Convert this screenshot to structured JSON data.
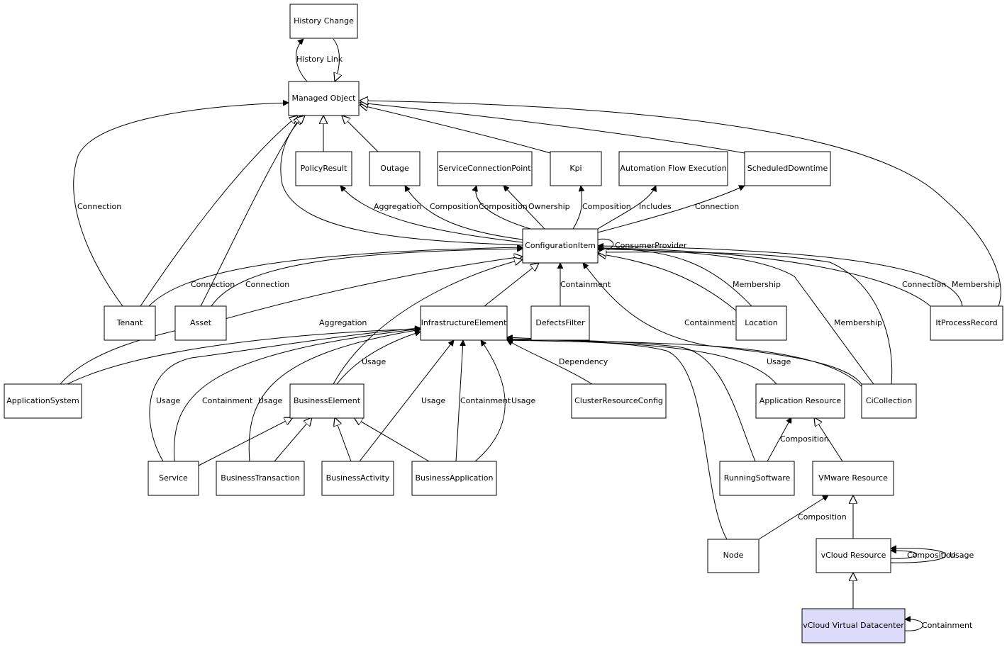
{
  "nodes": {
    "history_change": "History Change",
    "managed_object": "Managed Object",
    "policy_result": "PolicyResult",
    "outage": "Outage",
    "service_connection_point": "ServiceConnectionPoint",
    "kpi": "Kpi",
    "automation_flow_execution": "Automation Flow Execution",
    "scheduled_downtime": "ScheduledDowntime",
    "configuration_item": "ConfigurationItem",
    "tenant": "Tenant",
    "asset": "Asset",
    "infrastructure_element": "InfrastructureElement",
    "defects_filter": "DefectsFilter",
    "location": "Location",
    "it_process_record": "ItProcessRecord",
    "application_system": "ApplicationSystem",
    "business_element": "BusinessElement",
    "cluster_resource_config": "ClusterResourceConfig",
    "application_resource": "Application Resource",
    "ci_collection": "CiCollection",
    "service": "Service",
    "business_transaction": "BusinessTransaction",
    "business_activity": "BusinessActivity",
    "business_application": "BusinessApplication",
    "running_software": "RunningSoftware",
    "vmware_resource": "VMware Resource",
    "node": "Node",
    "vcloud_resource": "vCloud Resource",
    "vcloud_virtual_datacenter": "vCloud Virtual Datacenter"
  },
  "edge_labels": {
    "history_link": "History Link",
    "connection": "Connection",
    "aggregation": "Aggregation",
    "composition": "Composition",
    "ownership": "Ownership",
    "includes": "Includes",
    "consumer_provider": "ConsumerProvider",
    "containment": "Containment",
    "membership": "Membership",
    "usage": "Usage",
    "dependency": "Dependency"
  },
  "colors": {
    "highlight_fill": "#dcdcfa",
    "line": "#000000"
  }
}
